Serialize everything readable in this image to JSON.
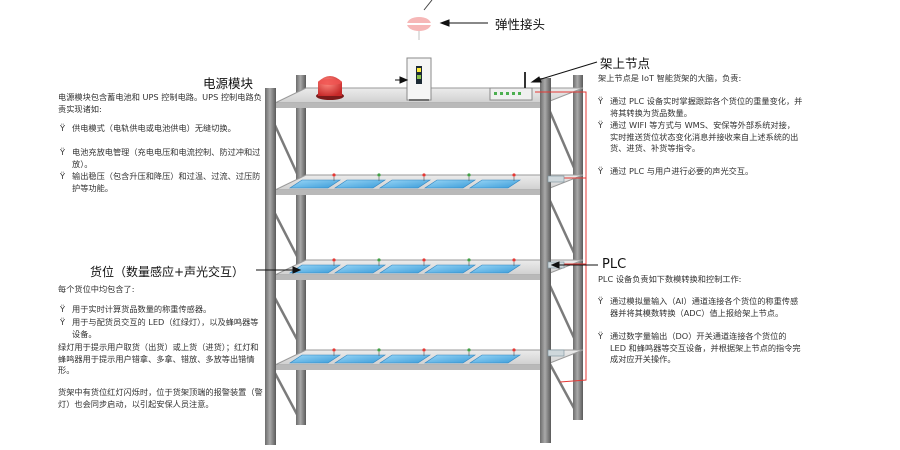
{
  "callouts": {
    "spring_joint": "弹性接头",
    "power_module": "电源模块",
    "shelf_node": "架上节点",
    "slot": "货位（数量感应+声光交互）",
    "plc": "PLC"
  },
  "bullet_glyph": "Ÿ",
  "power": {
    "intro": "电源模块包含蓄电池和 UPS 控制电路。UPS 控制电路负责实现诸如:",
    "items": [
      "供电模式（电轨供电或电池供电）无缝切换。",
      "电池充放电管理（充电电压和电流控制、防过冲和过放）。",
      "输出稳压（包含升压和降压）和过温、过流、过压防护等功能。"
    ]
  },
  "slot": {
    "intro": "每个货位中均包含了:",
    "items": [
      "用于实时计算货品数量的称重传感器。",
      "用于与配货员交互的 LED（红绿灯），以及蜂鸣器等设备。"
    ],
    "para1": "绿灯用于提示用户取货（出货）或上货（进货）；红灯和蜂鸣器用于提示用户错拿、多拿、错放、多放等出错情形。",
    "para2": "货架中有货位红灯闪烁时，位于货架顶端的报警装置（警灯）也会同步启动，以引起安保人员注意。"
  },
  "node": {
    "intro": "架上节点是 IoT 智能货架的大脑，负责:",
    "items": [
      "通过 PLC 设备实时掌握跟踪各个货位的重量变化，并将其转换为货品数量。",
      "通过 WIFI 等方式与 WMS、安保等外部系统对接，实时推送货位状态变化消息并接收来自上述系统的出货、进货、补货等指令。",
      "通过 PLC 与用户进行必要的声光交互。"
    ]
  },
  "plc": {
    "intro": "PLC 设备负责如下数模转换和控制工作:",
    "items": [
      "通过模拟量输入（AI）通道连接各个货位的称重传感器并将其模数转换（ADC）值上报给架上节点。",
      "通过数字量输出（DO）开关通道连接各个货位的 LED 和蜂鸣器等交互设备，并根据架上节点的指令完成对应开关操作。"
    ]
  },
  "colors": {
    "post": "#8f8f8f",
    "post_dark": "#5d5d5d",
    "shelf": "#d8d8d8",
    "pad": "#4aa6e0",
    "pad_light": "#8fd0f5",
    "wire": "#e53935"
  }
}
